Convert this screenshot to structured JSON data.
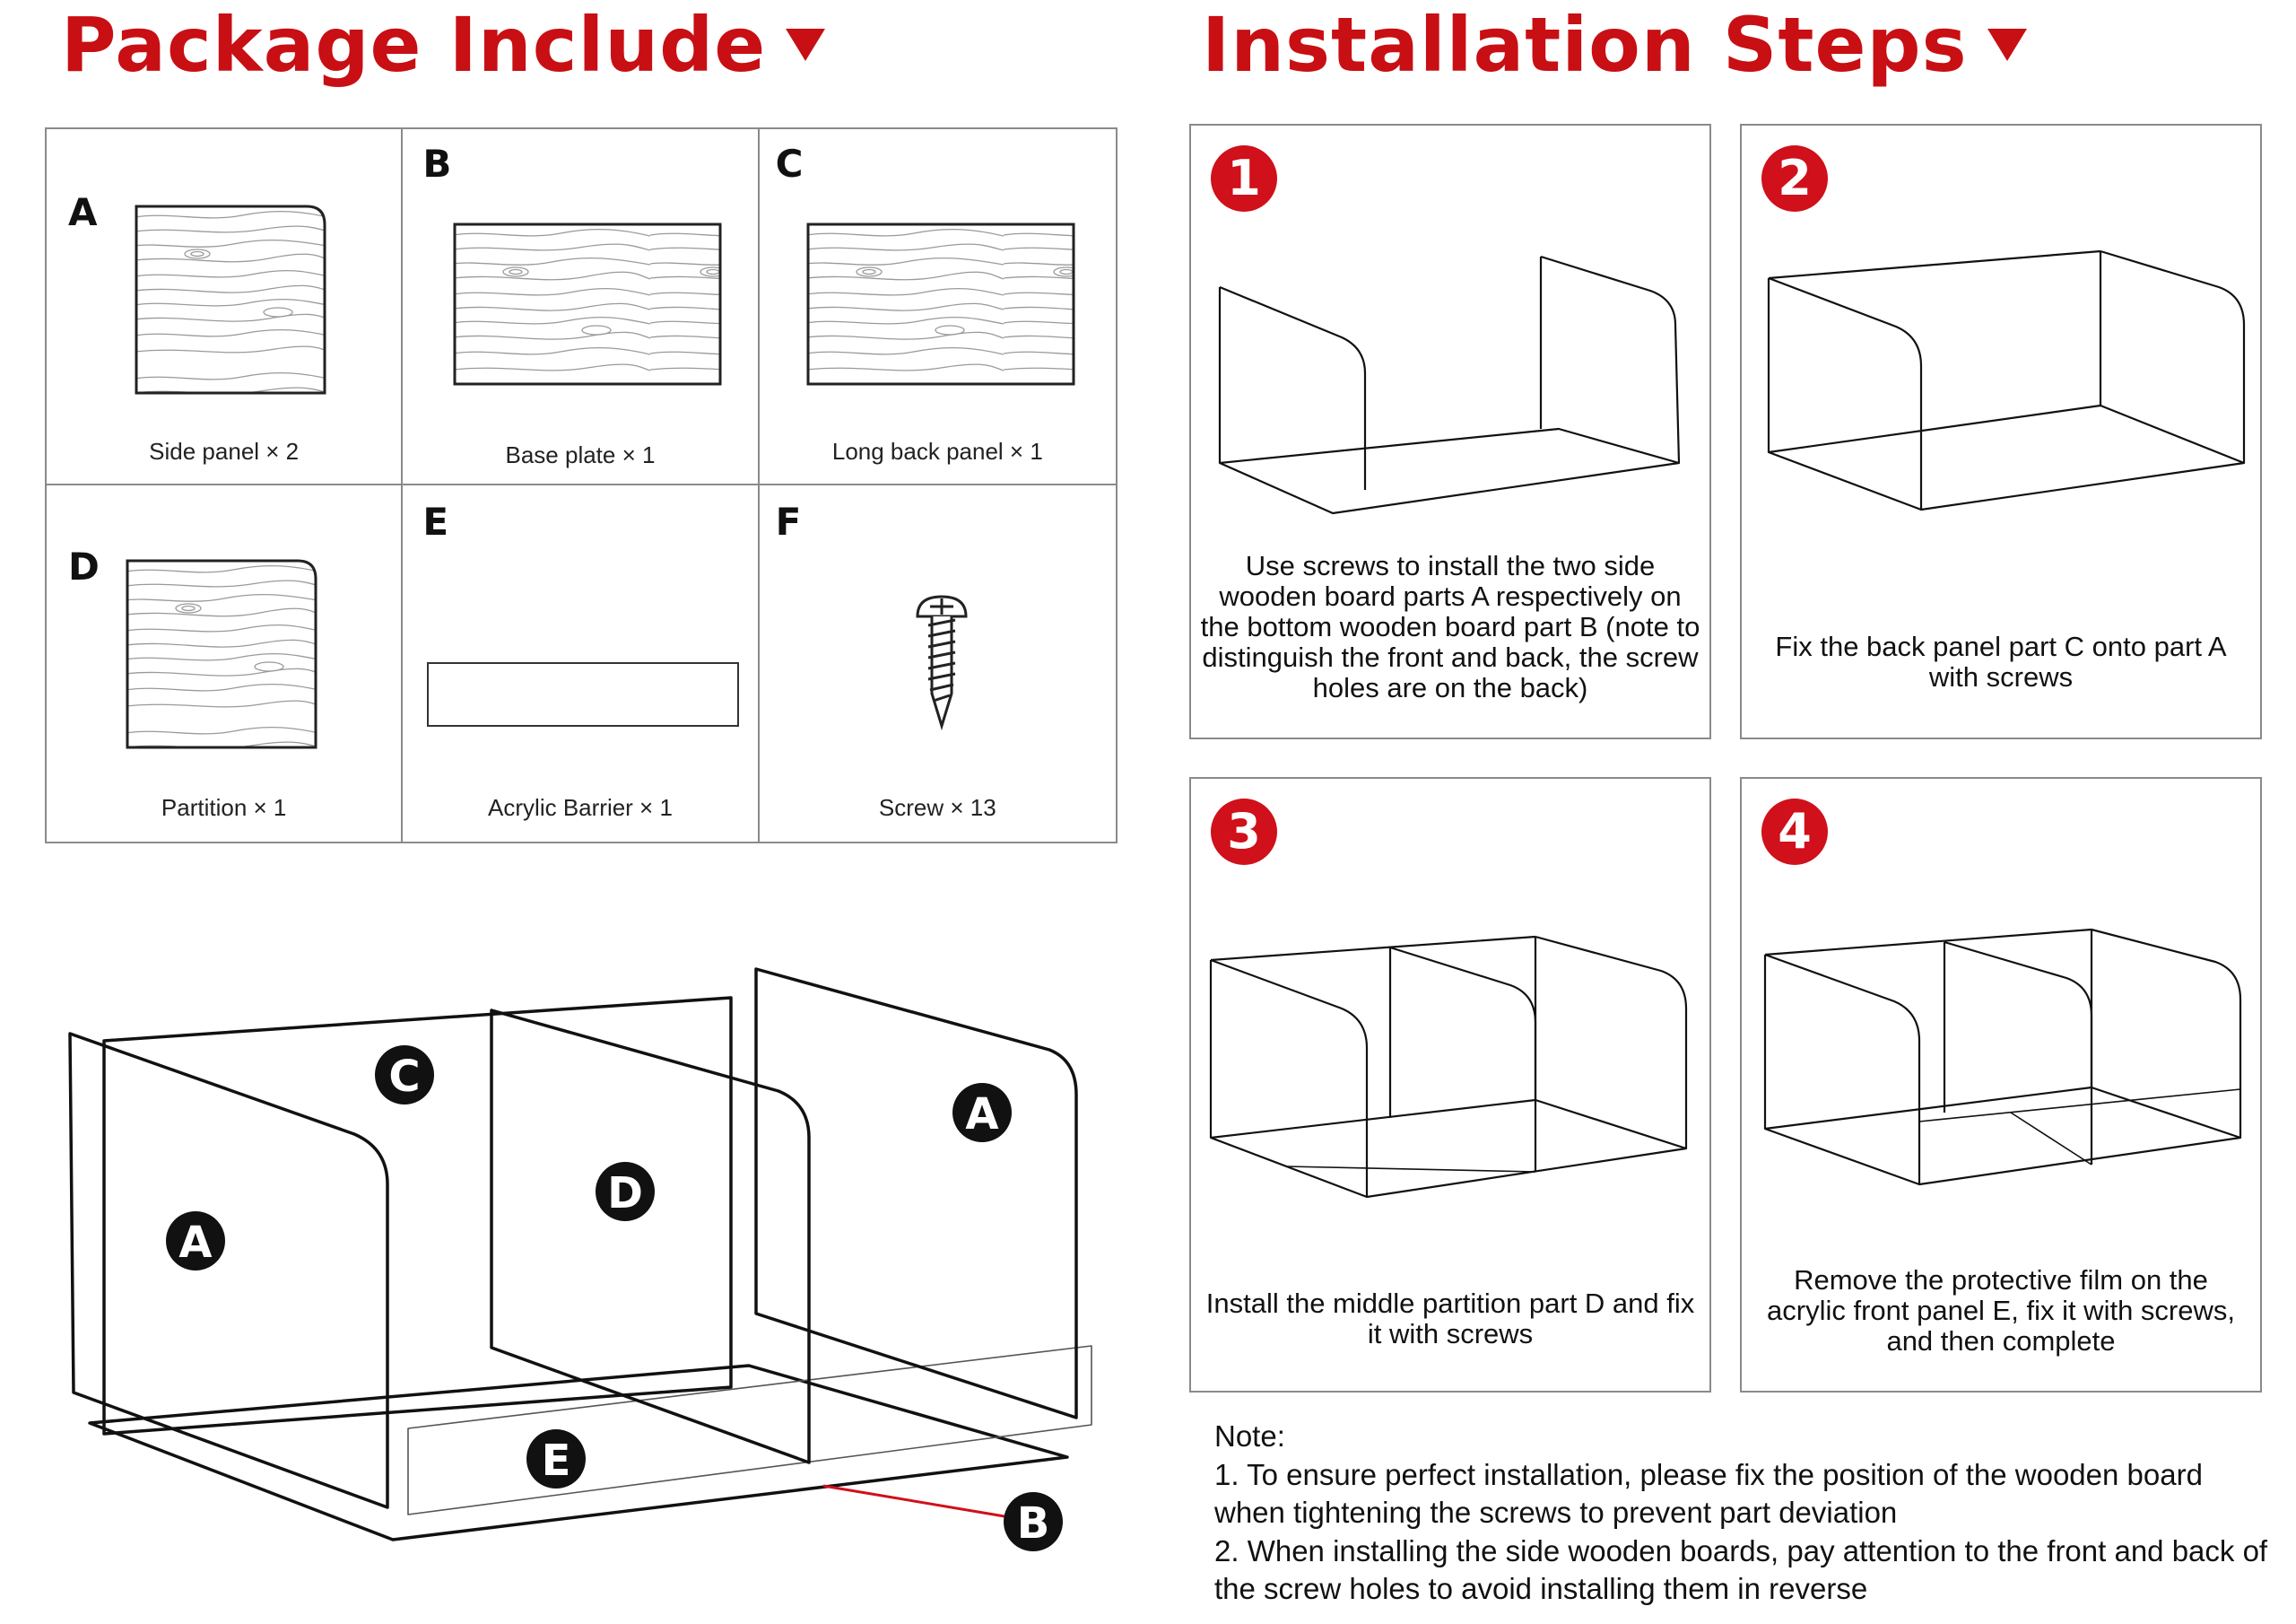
{
  "headers": {
    "package_title": "Package Include",
    "steps_title": "Installation Steps"
  },
  "parts": [
    {
      "letter": "A",
      "caption": "Side panel × 2"
    },
    {
      "letter": "B",
      "caption": "Base plate × 1"
    },
    {
      "letter": "C",
      "caption": "Long back panel × 1"
    },
    {
      "letter": "D",
      "caption": "Partition × 1"
    },
    {
      "letter": "E",
      "caption": "Acrylic Barrier × 1"
    },
    {
      "letter": "F",
      "caption": "Screw × 13"
    }
  ],
  "steps": [
    {
      "number": "1",
      "text": "Use screws to install the two side wooden board parts A respectively on the bottom wooden board part B (note to distinguish the front and back, the screw holes are on the back)"
    },
    {
      "number": "2",
      "text": "Fix the back panel part C onto part A with screws"
    },
    {
      "number": "3",
      "text": "Install the middle partition part D and fix it with screws"
    },
    {
      "number": "4",
      "text": "Remove the protective film on the acrylic front panel E, fix it with screws, and then complete"
    }
  ],
  "exploded_labels": {
    "side_left": "A",
    "back": "C",
    "partition": "D",
    "side_right": "A",
    "acrylic": "E",
    "base": "B"
  },
  "note": {
    "heading": "Note:",
    "items": [
      "1.  To ensure perfect installation, please fix the position of the wooden board when tightening the screws to prevent part deviation",
      "2.  When installing the side wooden boards, pay attention to the front and back of the screw holes to avoid installing them in reverse"
    ]
  }
}
